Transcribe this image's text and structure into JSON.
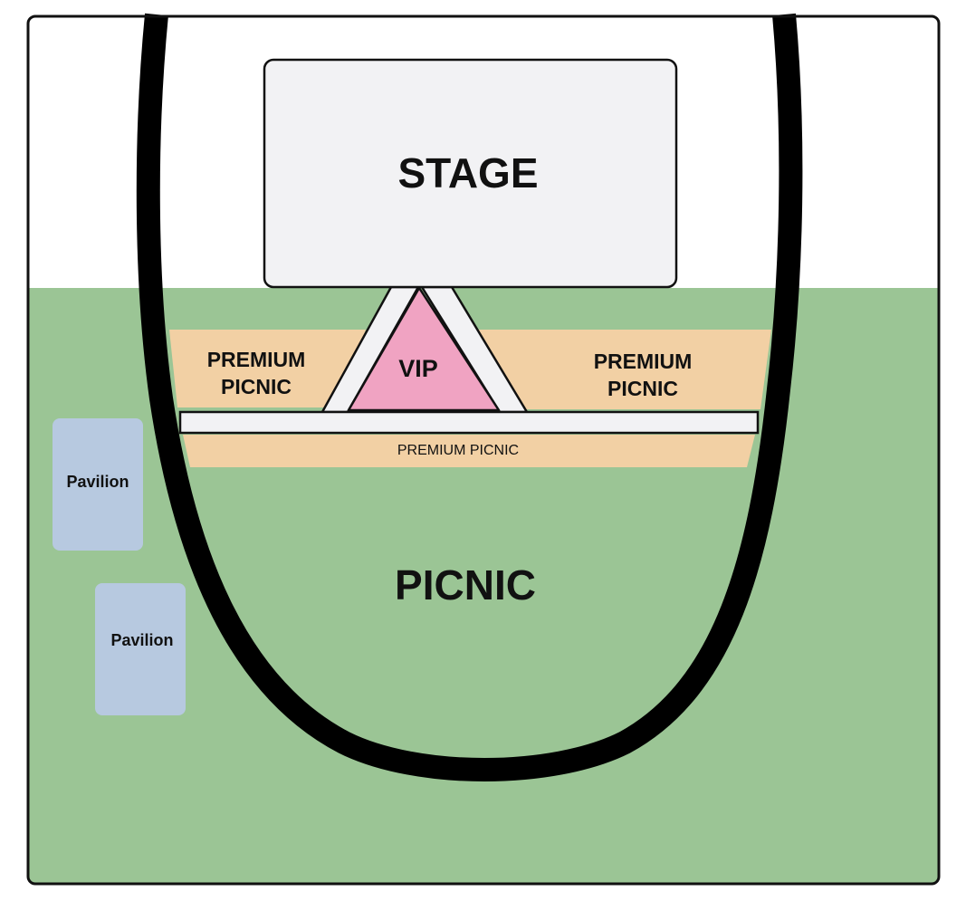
{
  "map": {
    "stage_label": "STAGE",
    "vip_label": "VIP",
    "premium_left_line1": "PREMIUM",
    "premium_left_line2": "PICNIC",
    "premium_right_line1": "PREMIUM",
    "premium_right_line2": "PICNIC",
    "premium_strip_label": "PREMIUM PICNIC",
    "picnic_label": "PICNIC",
    "pavilions": [
      {
        "label": "Pavilion"
      },
      {
        "label": "Pavilion"
      }
    ]
  },
  "colors": {
    "lawn": "#9bc595",
    "premium": "#f2d0a4",
    "vip": "#f0a3c2",
    "stage": "#f2f2f4",
    "walkway": "#f2f2f4",
    "pavilion": "#b7c9e0",
    "track": "#000000",
    "border": "#111111"
  }
}
